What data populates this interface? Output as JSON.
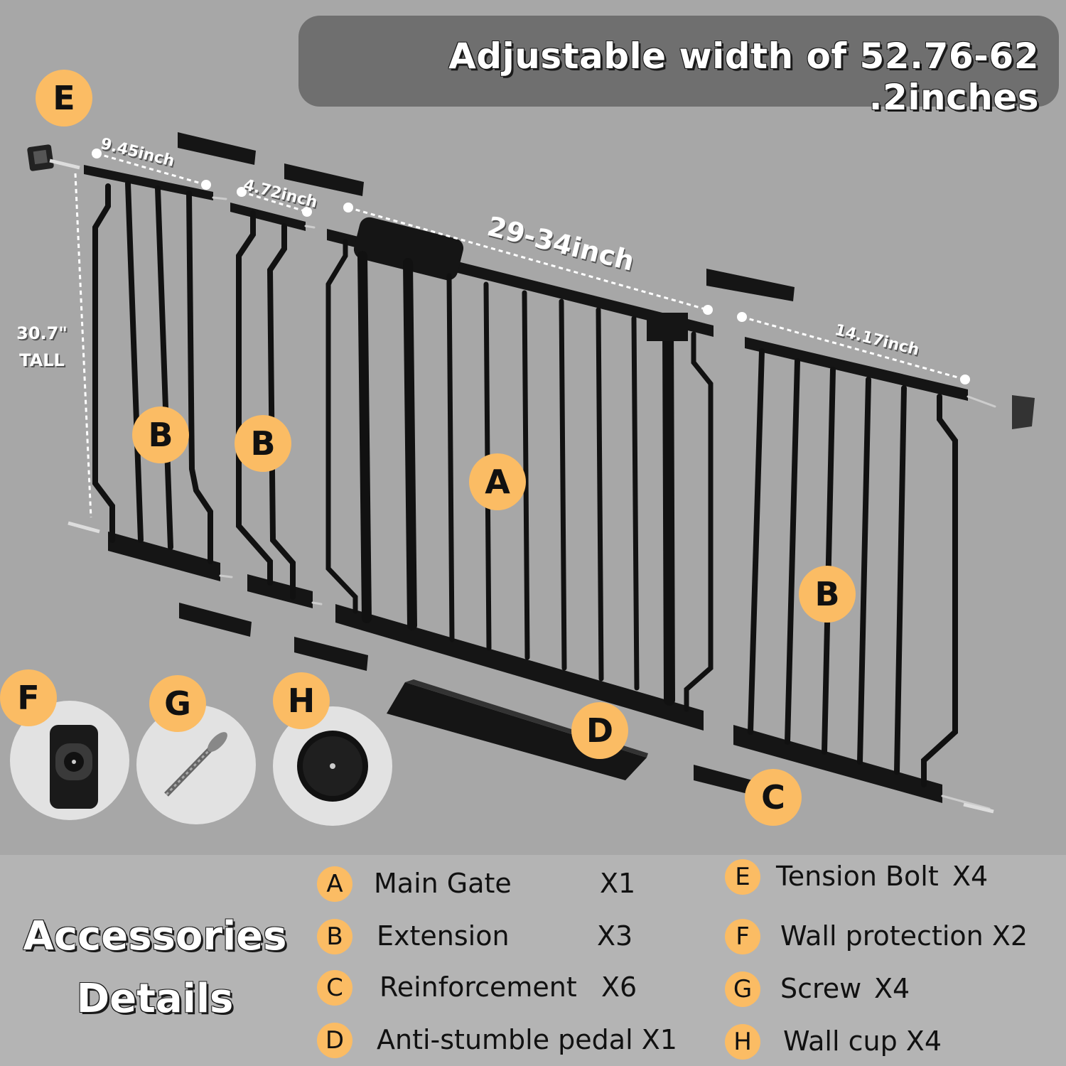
{
  "banner": {
    "title": "Adjustable width of 52.76-62 .2inches"
  },
  "dimensions": {
    "ext_left": "9.45inch",
    "ext_mid": "4.72inch",
    "gate": "29-34inch",
    "ext_right": "14.17inch",
    "height_value": "30.7\"",
    "height_label": "TALL"
  },
  "labels": {
    "A": "A",
    "B": "B",
    "C": "C",
    "D": "D",
    "E": "E",
    "F": "F",
    "G": "G",
    "H": "H"
  },
  "accessories": {
    "title_line1": "Accessories",
    "title_line2": "Details",
    "items": [
      {
        "letter": "A",
        "name": "Main Gate",
        "qty": "X1"
      },
      {
        "letter": "B",
        "name": "Extension",
        "qty": "X3"
      },
      {
        "letter": "C",
        "name": "Reinforcement",
        "qty": "X6"
      },
      {
        "letter": "D",
        "name": "Anti-stumble pedal X1",
        "qty": ""
      },
      {
        "letter": "E",
        "name": "Tension Bolt",
        "qty": "X4"
      },
      {
        "letter": "F",
        "name": "Wall protection X2",
        "qty": ""
      },
      {
        "letter": "G",
        "name": "Screw",
        "qty": "X4"
      },
      {
        "letter": "H",
        "name": "Wall cup X4",
        "qty": ""
      }
    ]
  },
  "colors": {
    "badge": "#fbbc64",
    "background": "#a7a7a7",
    "banner": "#6f6f6f",
    "metal": "#111111"
  }
}
